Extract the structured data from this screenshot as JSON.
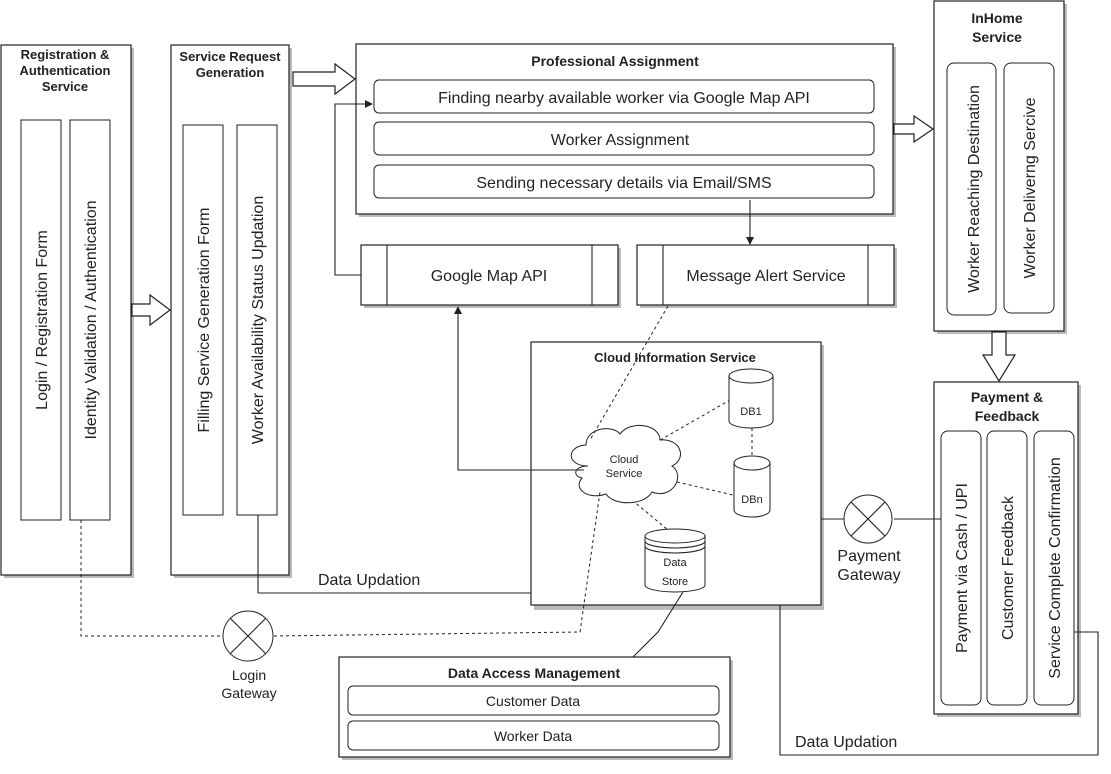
{
  "registration": {
    "title_l1": "Registration &",
    "title_l2": "Authentication",
    "title_l3": "Service",
    "items": [
      "Login / Registration Form",
      "Identity Validation / Authentication"
    ]
  },
  "service_request": {
    "title_l1": "Service Request",
    "title_l2": "Generation",
    "items": [
      "Filling Service Generation Form",
      "Worker Availability Status Updation"
    ]
  },
  "professional": {
    "title": "Professional Assignment",
    "items": [
      "Finding nearby available worker via Google Map API",
      "Worker Assignment",
      "Sending necessary details via Email/SMS"
    ]
  },
  "google_map": {
    "label": "Google Map API"
  },
  "message_alert": {
    "label": "Message Alert Service"
  },
  "inhome": {
    "title_l1": "InHome",
    "title_l2": "Service",
    "items": [
      "Worker Reaching Destination",
      "Worker Deliverng Sercive"
    ]
  },
  "payment": {
    "title_l1": "Payment &",
    "title_l2": "Feedback",
    "items": [
      "Payment via Cash / UPI",
      "Customer Feedback",
      "Service Complete Confirmation"
    ]
  },
  "cloud": {
    "title": "Cloud Information Service",
    "cloud_l1": "Cloud",
    "cloud_l2": "Service",
    "db1": "DB1",
    "dbn": "DBn",
    "store_l1": "Data",
    "store_l2": "Store"
  },
  "payment_gateway": {
    "l1": "Payment",
    "l2": "Gateway"
  },
  "login_gateway": {
    "l1": "Login",
    "l2": "Gateway"
  },
  "data_updation_1": "Data Updation",
  "data_updation_2": "Data Updation",
  "data_access": {
    "title": "Data Access Management",
    "items": [
      "Customer Data",
      "Worker Data"
    ]
  }
}
